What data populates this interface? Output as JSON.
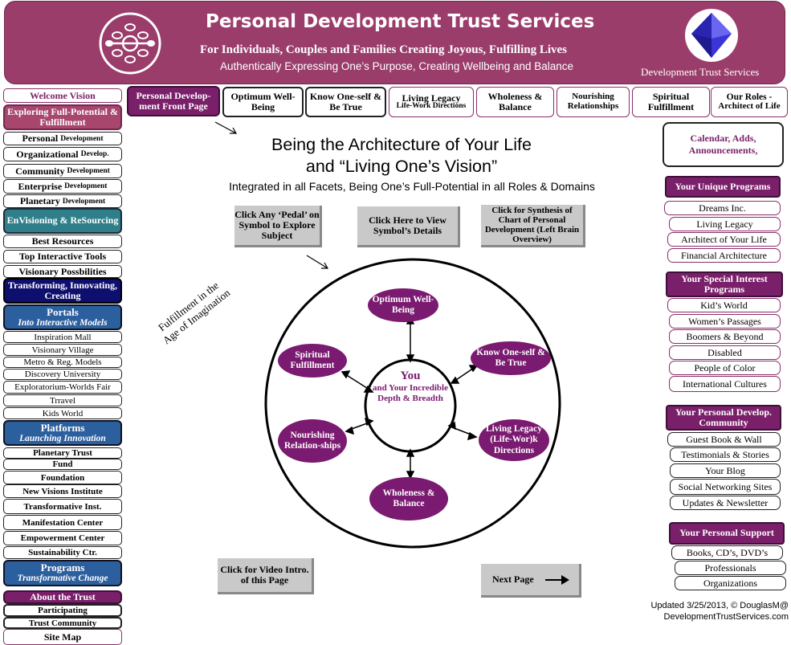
{
  "header": {
    "title": "Personal Development Trust Services",
    "subtitle": "For Individuals, Couples and Families Creating Joyous, Fulfilling Lives",
    "tagline": "Authentically Expressing One’s Purpose, Creating Wellbeing and Balance",
    "logo_text": "Development Trust Services"
  },
  "top_nav": [
    "Personal Develop-ment Front Page",
    "Optimum Well-Being",
    "Know One-self & Be True",
    "Living Legacy",
    "Life-Work Directions",
    "Wholeness & Balance",
    "Nourishing Relationships",
    "Spiritual Fulfillment",
    "Our Roles -",
    "Architect of Life"
  ],
  "left_nav": {
    "welcome": "Welcome Vision",
    "exploring": "Exploring Full-Potential & Fulfillment",
    "personal": "Personal",
    "organizational": "Organizational",
    "community": "Community",
    "enterprise": "Enterprise",
    "planetary": "Planetary",
    "develop_word": "Development",
    "develop_abbr": "Develop.",
    "envisioning": "EnVisioning & ReSourcing",
    "best_resources": "Best Resources",
    "top_tools": "Top Interactive Tools",
    "visionary_poss": "Visionary Possbilities",
    "transforming": "Transforming, Innovating, Creating",
    "portals_title": "Portals",
    "portals_sub": "Into Interactive Models",
    "portal_items": [
      "Inspiration Mall",
      "Visionary Village",
      "Metro & Reg. Models",
      "Discovery University",
      "Exploratorium-Worlds Fair",
      "Trravel",
      "Kids World"
    ],
    "platforms_title": "Platforms",
    "platforms_sub": "Launching Innovation",
    "planetary_trust": "Planetary Trust",
    "fund": "Fund",
    "foundation": "Foundation",
    "new_visions": "New Visions Institute",
    "transformative_inst": "Transformative Inst.",
    "manifestation": "Manifestation Center",
    "empowerment": "Empowerment Center",
    "sustainability": "Sustainability Ctr.",
    "programs_title": "Programs",
    "programs_sub": "Transformative Change",
    "about": "About the Trust",
    "participating": "Participating",
    "trust_community": "Trust Community",
    "site_map": "Site Map"
  },
  "main": {
    "title_line1": "Being the Architecture of Your Life",
    "title_line2": "and “Living One’s Vision”",
    "subtitle": "Integrated in all Facets, Being One’s Full-Potential in all Roles & Domains",
    "btn_pedal": "Click Any ‘Pedal’ on Symbol to Explore Subject",
    "btn_symbol": "Click Here to View Symbol’s Details",
    "btn_synthesis": "Click for Synthesis of Chart of Personal Development (Left Brain Overview)",
    "imagination_line1": "Fulfillment in the",
    "imagination_line2": "Age of Imagination",
    "center_title": "You",
    "center_sub": "and Your Incredible Depth & Breadth",
    "petals": {
      "optimum": "Optimum Well-Being",
      "know": "Know One-self & Be True",
      "legacy": "Living Legacy (Life-Wor)k Directions",
      "wholeness": "Wholeness & Balance",
      "nourishing": "Nourishing Relation-ships",
      "spiritual": "Spiritual Fulfillment"
    },
    "video_btn": "Click for Video Intro. of this Page",
    "next_btn": "Next Page"
  },
  "right": {
    "calendar": "Calendar, Adds, Announcements,",
    "unique_head": "Your Unique Programs",
    "unique_items": [
      "Dreams Inc.",
      "Living Legacy",
      "Architect of Your Life",
      "Financial Architecture"
    ],
    "special_head": "Your Special Interest Programs",
    "special_items": [
      "Kid’s World",
      "Women’s Passages",
      "Boomers & Beyond",
      "Disabled",
      "People of Color",
      "International Cultures"
    ],
    "community_head": "Your Personal Develop. Community",
    "community_items": [
      "Guest Book &  Wall",
      "Testimonials & Stories",
      "Your Blog",
      "Social Networking Sites",
      "Updates & Newsletter"
    ],
    "support_head": "Your Personal Support",
    "support_items": [
      "Books, CD’s, DVD’s",
      "Professionals",
      "Organizations"
    ]
  },
  "footer": {
    "updated_line1": "Updated 3/25/2013, © DouglasM@",
    "updated_line2": "DevelopmentTrustServices.com"
  },
  "colors": {
    "header_bg": "#9b3d6b",
    "petal_fill": "#7a1a70",
    "section_head": "#7a1f6a",
    "blue_block": "#2c5f9e",
    "navy_block": "#0e0e6e",
    "teal_block": "#2f7f8a",
    "pink_block": "#a8466e"
  }
}
